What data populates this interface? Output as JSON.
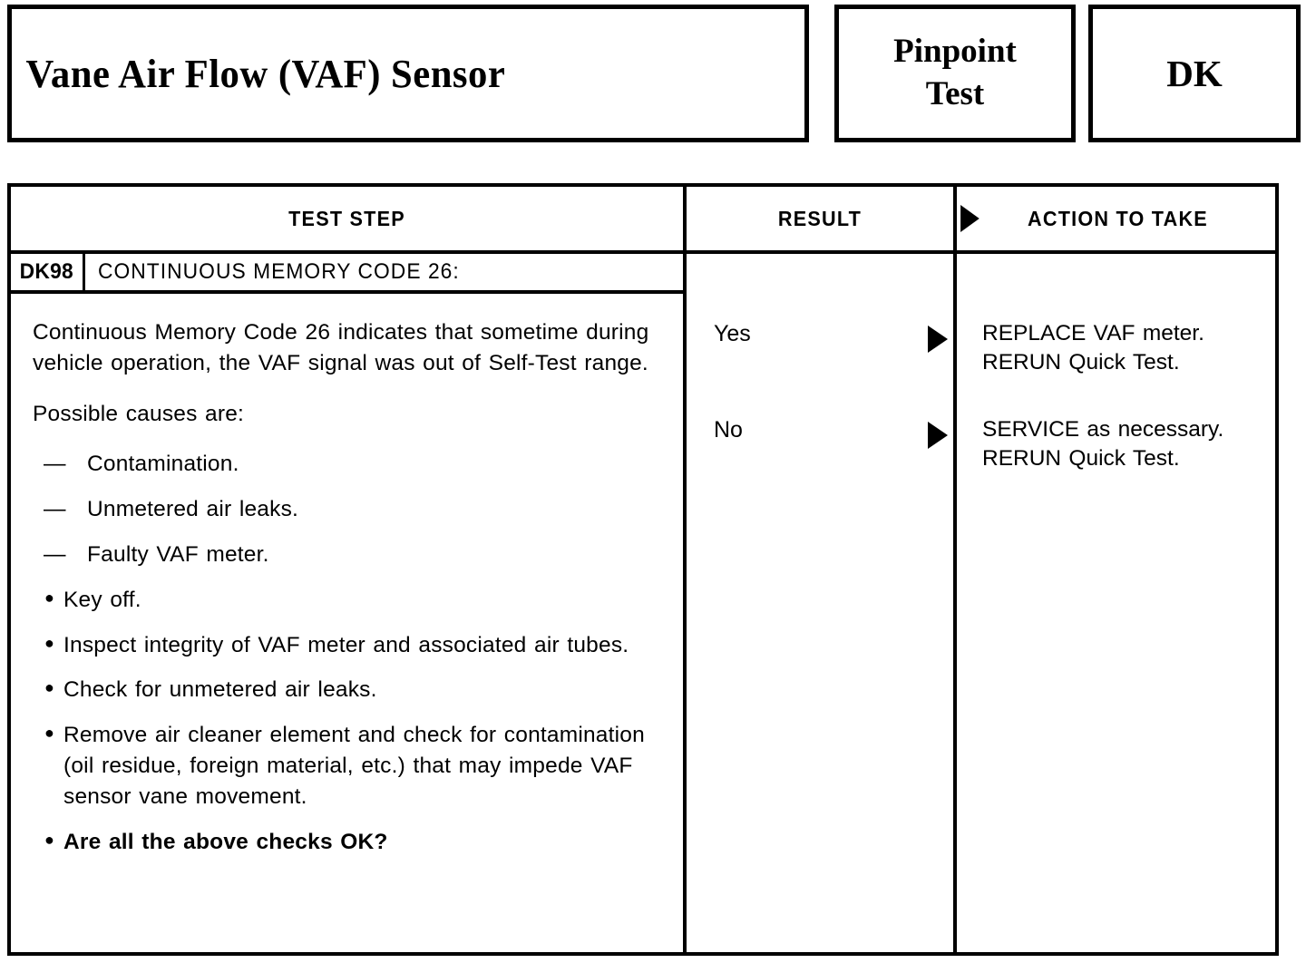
{
  "header": {
    "title": "Vane Air Flow (VAF) Sensor",
    "pinpoint_line1": "Pinpoint",
    "pinpoint_line2": "Test",
    "section_code": "DK"
  },
  "table": {
    "columns": {
      "test_step": "TEST STEP",
      "result": "RESULT",
      "action": "ACTION TO TAKE"
    },
    "step": {
      "id": "DK98",
      "title": "CONTINUOUS MEMORY CODE 26:",
      "intro": "Continuous Memory Code 26 indicates that sometime during vehicle operation, the VAF signal was out of Self-Test range.",
      "causes_heading": "Possible causes are:",
      "causes": [
        "Contamination.",
        "Unmetered air leaks.",
        "Faulty VAF meter."
      ],
      "checks": [
        "Key off.",
        "Inspect integrity of VAF meter and associated air tubes.",
        "Check for unmetered air leaks.",
        "Remove air cleaner element and check for contamination (oil residue, foreign material, etc.) that may impede VAF sensor vane movement."
      ],
      "question": "Are all the above checks OK?"
    },
    "branches": [
      {
        "result": "Yes",
        "action_line1": "REPLACE VAF meter.",
        "action_line2": "RERUN Quick Test."
      },
      {
        "result": "No",
        "action_line1": "SERVICE as necessary.",
        "action_line2": "RERUN Quick Test."
      }
    ],
    "markers": {
      "dash": "—",
      "bullet": "●"
    }
  },
  "colors": {
    "ink": "#000000",
    "paper": "#ffffff"
  }
}
